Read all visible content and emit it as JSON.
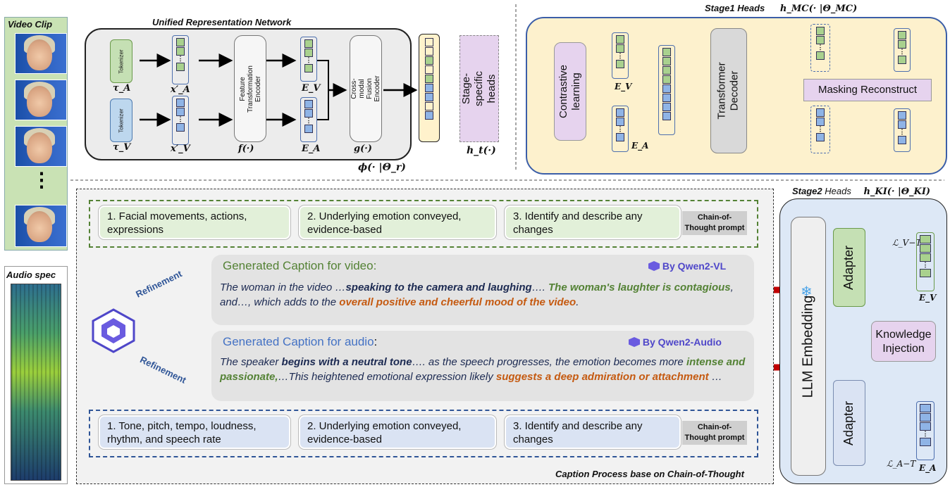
{
  "video_panel": {
    "title": "Video Clip",
    "dots": "⋮"
  },
  "audio_panel": {
    "title": "Audio spec"
  },
  "urn": {
    "title": "Unified Representation Network",
    "tokenizer_label": "Tokenizer",
    "tau_a": "τ_A",
    "tau_v": "τ_V",
    "xa": "x′_A",
    "xv": "x′_V",
    "fte": "Feature Transformation Encoder",
    "f": "f(·)",
    "ev": "E_V",
    "ea": "E_A",
    "cmf": "Cross-modal Fusion Encoder",
    "g": "g(·)",
    "phi": "ϕ(· |Θ_r)"
  },
  "stage_specific": {
    "label": "Stage-specific heads",
    "ht": "h_t(·)"
  },
  "stage1": {
    "title": "Stage1 Heads",
    "formula": "h_MC(· |Θ_MC)",
    "contrastive": "Contrastive learning",
    "ev": "E_V",
    "ea": "E_A",
    "decoder": "Transformer Decoder",
    "masking": "Masking Reconstruct"
  },
  "cot_video": {
    "items": [
      "1. Facial movements, actions, expressions",
      "2. Underlying emotion conveyed, evidence-based",
      "3. Identify and describe any changes"
    ],
    "prompt": "Chain-of-Thought prompt"
  },
  "cot_audio": {
    "items": [
      "1. Tone, pitch, tempo, loudness, rhythm, and speech rate",
      "2. Underlying emotion conveyed, evidence-based",
      "3. Identify and describe any changes"
    ],
    "prompt": "Chain-of-Thought prompt"
  },
  "refinement": "Refinement",
  "caption_video": {
    "title": "Generated Caption for video:",
    "by": "By Qwen2-VL",
    "p1": "The woman in the video …",
    "p2": "speaking to the camera and laughing",
    "p3": "…. ",
    "p4": "The woman's laughter is contagious",
    "p5": ", and…, which adds to the ",
    "p6": "overall positive and cheerful mood of the video",
    "p7": "."
  },
  "caption_audio": {
    "title": "Generated Caption for audio",
    "colon": ":",
    "by": "By Qwen2-Audio",
    "p1": "The speaker ",
    "p2": "begins with a neutral tone",
    "p3": "…. as the speech progresses, the emotion becomes more ",
    "p4": "intense and passionate,",
    "p5": "…This heightened emotional expression likely ",
    "p6": "suggests a deep admiration or attachment",
    "p7": " …"
  },
  "caption_process": "Caption Process base on Chain-of-Thought",
  "stage2": {
    "title": "Stage2",
    "heads": "Heads",
    "formula": "h_KI(· |Θ_KI)",
    "llm": "LLM Embedding",
    "adapter_top": "Adapter",
    "adapter_bottom": "Adapter",
    "knowledge": "Knowledge Injection",
    "loss_vt": "ℒ_V−T",
    "loss_at": "ℒ_A−T",
    "ev": "E_V",
    "ea": "E_A"
  },
  "colors": {
    "green_box": "#e2f0d9",
    "blue_box": "#dae3f3",
    "video_arrow": "#548235",
    "audio_arrow": "#4472c4",
    "red_arrow": "#c00000"
  }
}
